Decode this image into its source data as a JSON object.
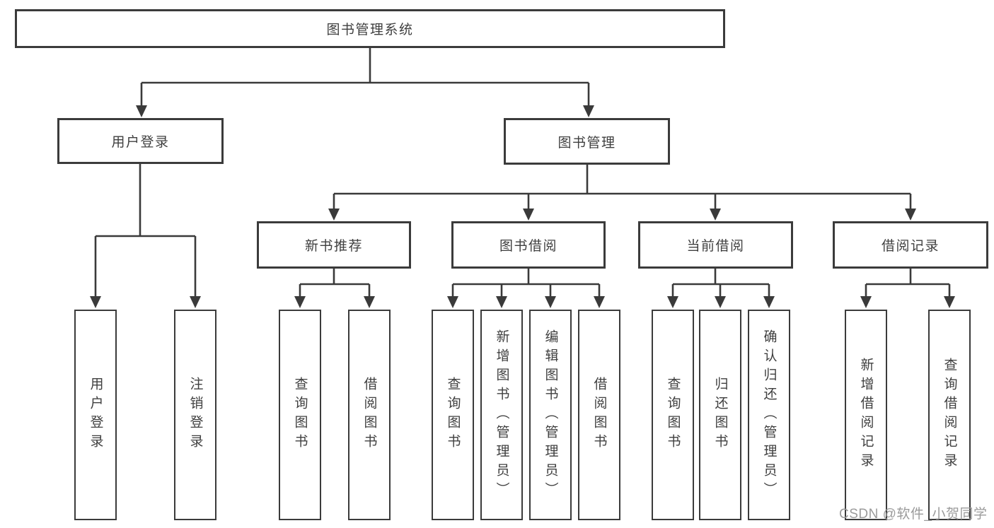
{
  "tree": {
    "root": {
      "label": "图书管理系统"
    },
    "user_login": {
      "label": "用户登录",
      "children": [
        {
          "label": "用户登录"
        },
        {
          "label": "注销登录"
        }
      ]
    },
    "book_management": {
      "label": "图书管理",
      "groups": [
        {
          "label": "新书推荐",
          "children": [
            {
              "label": "查询图书"
            },
            {
              "label": "借阅图书"
            }
          ]
        },
        {
          "label": "图书借阅",
          "children": [
            {
              "label": "查询图书"
            },
            {
              "label": "新增图书（管理员）"
            },
            {
              "label": "编辑图书（管理员）"
            },
            {
              "label": "借阅图书"
            }
          ]
        },
        {
          "label": "当前借阅",
          "children": [
            {
              "label": "查询图书"
            },
            {
              "label": "归还图书"
            },
            {
              "label": "确认归还（管理员）"
            }
          ]
        },
        {
          "label": "借阅记录",
          "children": [
            {
              "label": "新增借阅记录"
            },
            {
              "label": "查询借阅记录"
            }
          ]
        }
      ]
    }
  },
  "watermark": "CSDN @软件_小贺同学",
  "colors": {
    "line": "#3a3a3a",
    "border": "#3b3b3b",
    "text": "#3f3f3f",
    "background": "#ffffff",
    "watermark": "#9b9b9b"
  }
}
